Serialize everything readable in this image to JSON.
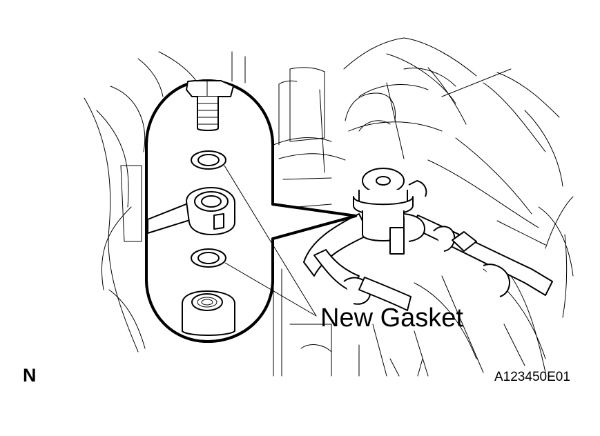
{
  "diagram": {
    "callout_label": "New Gasket",
    "direction_label": "N",
    "figure_code": "A123450E01"
  },
  "colors": {
    "line": "#000000",
    "background": "#ffffff"
  },
  "icons": [
    "bolt-icon",
    "gasket-icon",
    "union-fitting-icon",
    "fuel-pressure-regulator-icon"
  ]
}
